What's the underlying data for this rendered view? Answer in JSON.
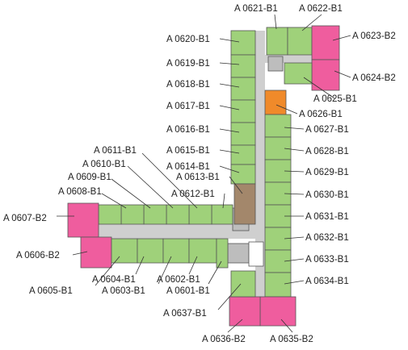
{
  "colors": {
    "b1": "#9fd17a",
    "b2": "#ef5d9e",
    "amenity": "#f08a2a",
    "brown": "#a3876b",
    "corridor": "#cfcfcf",
    "core": "#bdbdbd"
  },
  "units": [
    {
      "id": "u0621",
      "label": "A 0621-B1",
      "type": "b1"
    },
    {
      "id": "u0622",
      "label": "A 0622-B1",
      "type": "b1"
    },
    {
      "id": "u0623",
      "label": "A 0623-B2",
      "type": "b2"
    },
    {
      "id": "u0624",
      "label": "A 0624-B2",
      "type": "b2"
    },
    {
      "id": "u0625",
      "label": "A 0625-B1",
      "type": "b1"
    },
    {
      "id": "u0626",
      "label": "A 0626-B1",
      "type": "amenity"
    },
    {
      "id": "u0627",
      "label": "A 0627-B1",
      "type": "b1"
    },
    {
      "id": "u0628",
      "label": "A 0628-B1",
      "type": "b1"
    },
    {
      "id": "u0629",
      "label": "A 0629-B1",
      "type": "b1"
    },
    {
      "id": "u0630",
      "label": "A 0630-B1",
      "type": "b1"
    },
    {
      "id": "u0631",
      "label": "A 0631-B1",
      "type": "b1"
    },
    {
      "id": "u0632",
      "label": "A 0632-B1",
      "type": "b1"
    },
    {
      "id": "u0633",
      "label": "A 0633-B1",
      "type": "b1"
    },
    {
      "id": "u0634",
      "label": "A 0634-B1",
      "type": "b1"
    },
    {
      "id": "u0635",
      "label": "A 0635-B2",
      "type": "b2"
    },
    {
      "id": "u0636",
      "label": "A 0636-B2",
      "type": "b2"
    },
    {
      "id": "u0637",
      "label": "A 0637-B1",
      "type": "b1"
    },
    {
      "id": "u0620",
      "label": "A 0620-B1",
      "type": "b1"
    },
    {
      "id": "u0619",
      "label": "A 0619-B1",
      "type": "b1"
    },
    {
      "id": "u0618",
      "label": "A 0618-B1",
      "type": "b1"
    },
    {
      "id": "u0617",
      "label": "A 0617-B1",
      "type": "b1"
    },
    {
      "id": "u0616",
      "label": "A 0616-B1",
      "type": "b1"
    },
    {
      "id": "u0615",
      "label": "A 0615-B1",
      "type": "b1"
    },
    {
      "id": "u0614",
      "label": "A 0614-B1",
      "type": "b1"
    },
    {
      "id": "u0613",
      "label": "A 0613-B1",
      "type": "brown"
    },
    {
      "id": "u0612",
      "label": "A 0612-B1",
      "type": "b1"
    },
    {
      "id": "u0611",
      "label": "A 0611-B1",
      "type": "b1"
    },
    {
      "id": "u0610",
      "label": "A 0610-B1",
      "type": "b1"
    },
    {
      "id": "u0609",
      "label": "A 0609-B1",
      "type": "b1"
    },
    {
      "id": "u0608",
      "label": "A 0608-B1",
      "type": "b1"
    },
    {
      "id": "u0607",
      "label": "A 0607-B2",
      "type": "b2"
    },
    {
      "id": "u0606",
      "label": "A 0606-B2",
      "type": "b2"
    },
    {
      "id": "u0605",
      "label": "A 0605-B1",
      "type": "b1"
    },
    {
      "id": "u0604",
      "label": "A 0604-B1",
      "type": "b1"
    },
    {
      "id": "u0603",
      "label": "A 0603-B1",
      "type": "b1"
    },
    {
      "id": "u0602",
      "label": "A 0602-B1",
      "type": "b1"
    },
    {
      "id": "u0601",
      "label": "A 0601-B1",
      "type": "b1"
    }
  ]
}
